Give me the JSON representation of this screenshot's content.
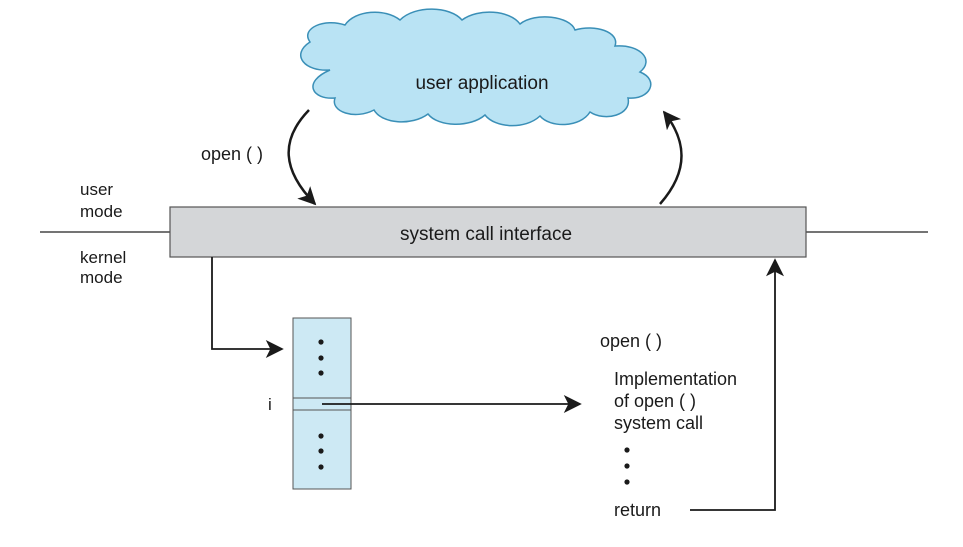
{
  "cloud": {
    "label": "user application"
  },
  "labels": {
    "call_open": "open ( )",
    "user_mode_1": "user",
    "user_mode_2": "mode",
    "kernel_mode_1": "kernel",
    "kernel_mode_2": "mode",
    "index_i": "i"
  },
  "interface_bar": {
    "label": "system call interface"
  },
  "implementation": {
    "title": "open ( )",
    "line1": "Implementation",
    "line2": "of open ( )",
    "line3": "system call",
    "return": "return"
  },
  "colors": {
    "cloud_fill": "#b9e3f4",
    "bar_fill": "#d4d6d8",
    "table_fill": "#cde9f4"
  }
}
